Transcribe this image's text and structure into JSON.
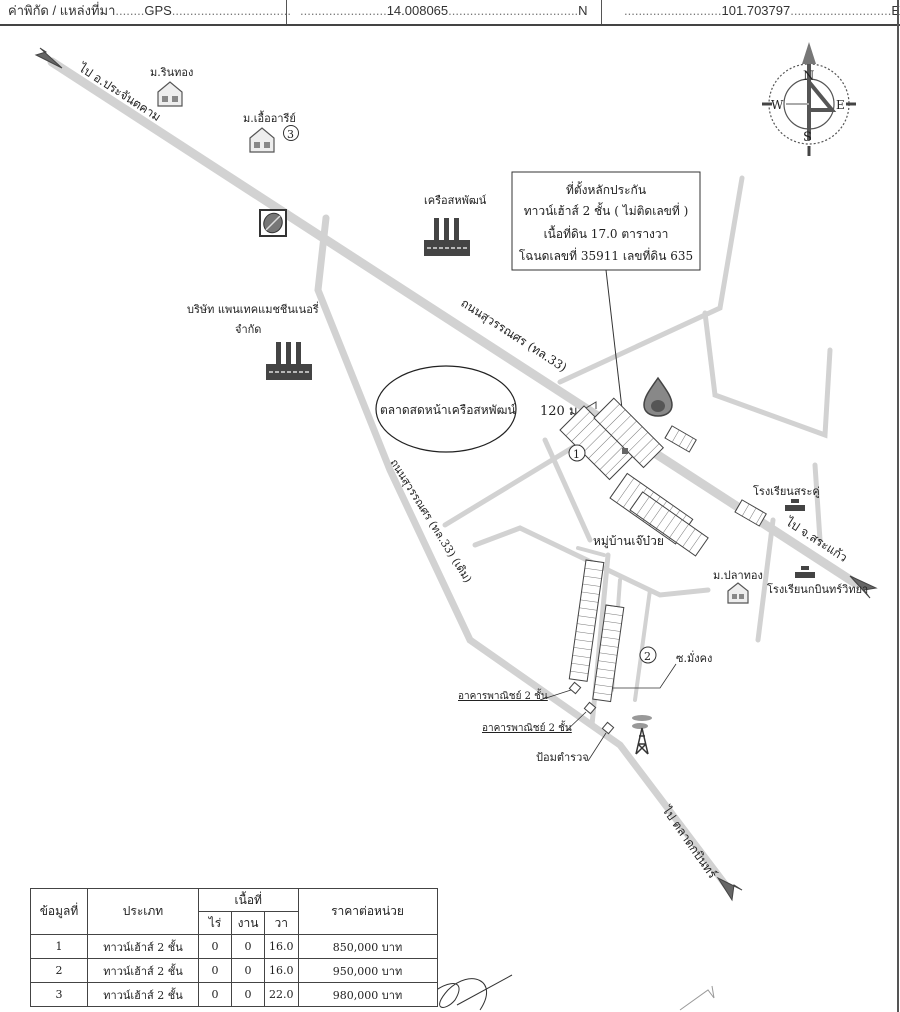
{
  "header": {
    "source_label": "ค่าพิกัด / แหล่งที่มา",
    "source_value": "GPS",
    "latitude": "14.008065",
    "lat_suffix": "N",
    "longitude": "101.703797",
    "lon_suffix": "E"
  },
  "compass": {
    "n": "N",
    "s": "S",
    "e": "E",
    "w": "W"
  },
  "landmarks": {
    "rinthong": "ม.รินทอง",
    "uea_aree": "ม.เอื้ออารีย์",
    "kruea_sahapat": "เครือสหพัฒน์",
    "pantech_line1": "บริษัท แพนเทคแมชชีนเนอรี่",
    "pantech_line2": "จำกัด",
    "market": "ตลาดสดหน้าเครือสหพัฒน์",
    "distance": "120 ม.",
    "village": "หมู่บ้านเจ๊บ๋วย",
    "school_srakoo": "โรงเรียนสระคู่",
    "pla_thong": "ม.ปลาทอง",
    "school_kabin": "โรงเรียนกบินทร์วิทยา",
    "soi_mangkong": "ซ.มั่งคง",
    "shophouse_1": "อาคารพาณิชย์ 2 ชั้น",
    "shophouse_2": "อาคารพาณิชย์ 2 ชั้น",
    "police_box": "ป้อมตำรวจ"
  },
  "roads": {
    "to_prachantakham": "ไป อ.ประจันตคาม",
    "suwannasorn": "ถนนสุวรรณศร (ทล.33)",
    "suwannasorn_old": "ถนนสุวรรณศร (ทล.33) (เดิม)",
    "to_sakaeo": "ไป จ.สระแก้ว",
    "to_kabin_market": "ไป ตลาดกบินทร์"
  },
  "markers": {
    "m1": "1",
    "m2": "2",
    "m3": "3"
  },
  "collateral": {
    "line1": "ที่ตั้งหลักประกัน",
    "line2": "ทาวน์เฮ้าส์ 2 ชั้น ( ไม่ติดเลขที่ )",
    "line3": "เนื้อที่ดิน 17.0 ตารางวา",
    "line4": "โฉนดเลขที่ 35911 เลขที่ดิน 635"
  },
  "price_table": {
    "headers": {
      "no": "ข้อมูลที่",
      "type": "ประเภท",
      "area": "เนื้อที่",
      "rai": "ไร่",
      "ngan": "งาน",
      "wa": "วา",
      "price": "ราคาต่อหน่วย"
    },
    "rows": [
      {
        "no": "1",
        "type": "ทาวน์เฮ้าส์ 2 ชั้น",
        "rai": "0",
        "ngan": "0",
        "wa": "16.0",
        "price": "850,000 บาท"
      },
      {
        "no": "2",
        "type": "ทาวน์เฮ้าส์ 2 ชั้น",
        "rai": "0",
        "ngan": "0",
        "wa": "16.0",
        "price": "950,000 บาท"
      },
      {
        "no": "3",
        "type": "ทาวน์เฮ้าส์ 2 ชั้น",
        "rai": "0",
        "ngan": "0",
        "wa": "22.0",
        "price": "980,000 บาท"
      }
    ]
  },
  "colors": {
    "road": "#d4d4d4",
    "ink": "#222222",
    "icon": "#555555"
  }
}
